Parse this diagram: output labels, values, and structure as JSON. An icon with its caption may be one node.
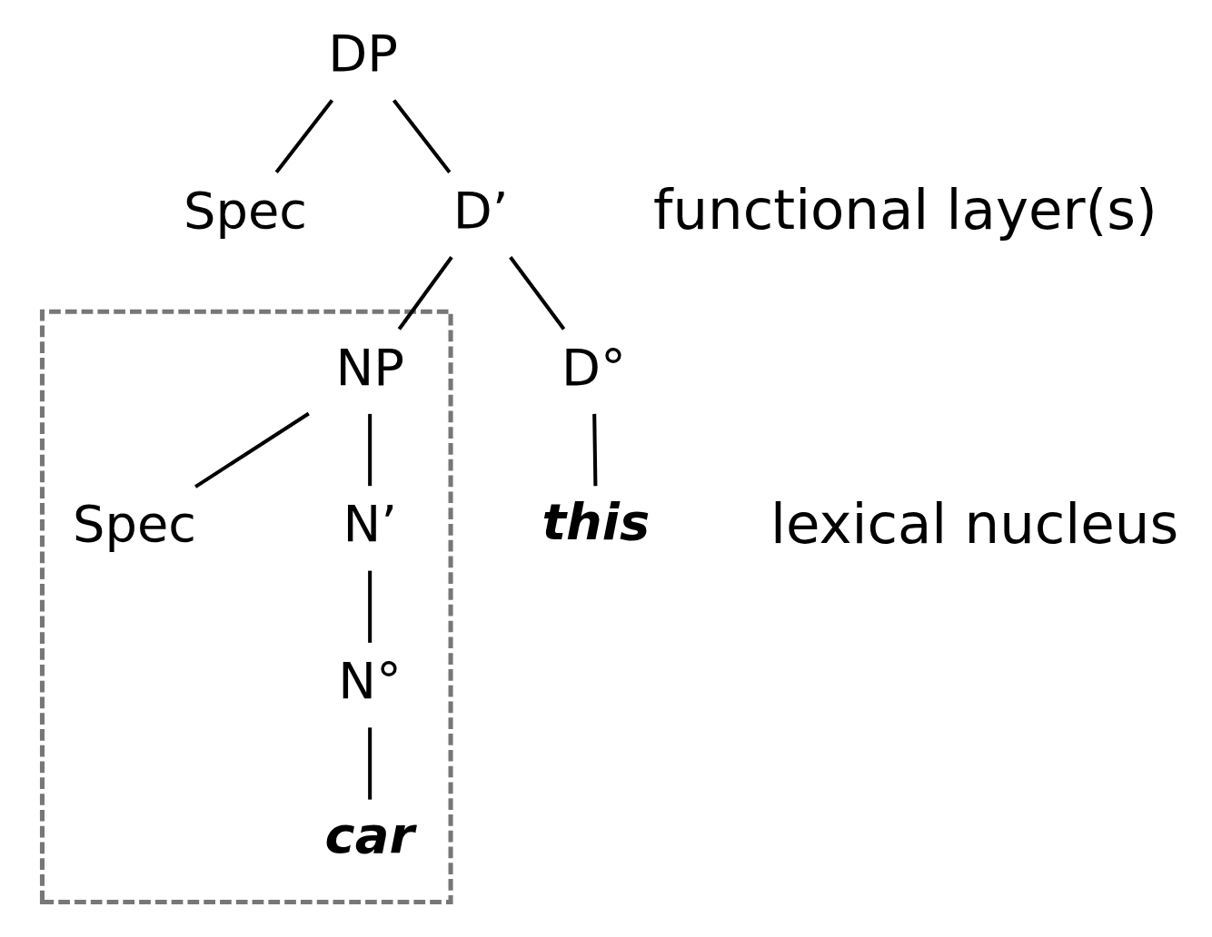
{
  "diagram": {
    "nodes": [
      {
        "text": [
          "DP"
        ]
      },
      {
        "text": [
          "Spec"
        ]
      },
      {
        "text": [
          "D’"
        ]
      },
      {
        "text": [
          "D°"
        ]
      },
      {
        "text": [
          "this"
        ]
      },
      {
        "text": [],
        "shape": "box"
      },
      {
        "text": [
          "NP"
        ],
        "in": 5
      },
      {
        "text": [
          "Spec"
        ],
        "in": 5
      },
      {
        "text": [
          "N’"
        ],
        "in": 5
      },
      {
        "text": [
          "N°"
        ],
        "in": 5
      },
      {
        "text": [
          "car"
        ],
        "in": 5
      }
    ],
    "edges": [
      {
        "from": 0,
        "to": 1,
        "arrow": "none"
      },
      {
        "from": 0,
        "to": 2,
        "arrow": "none"
      },
      {
        "from": 2,
        "to": 3,
        "arrow": "none"
      },
      {
        "from": 2,
        "to": 6,
        "arrow": "none"
      },
      {
        "from": 3,
        "to": 4,
        "arrow": "none"
      },
      {
        "from": 6,
        "to": 7,
        "arrow": "none"
      },
      {
        "from": 6,
        "to": 8,
        "arrow": "none"
      },
      {
        "from": 8,
        "to": 9,
        "arrow": "none"
      },
      {
        "from": 9,
        "to": 10,
        "arrow": "none"
      }
    ],
    "labels": [
      "functional layer(s)",
      "lexical nucleus"
    ]
  }
}
